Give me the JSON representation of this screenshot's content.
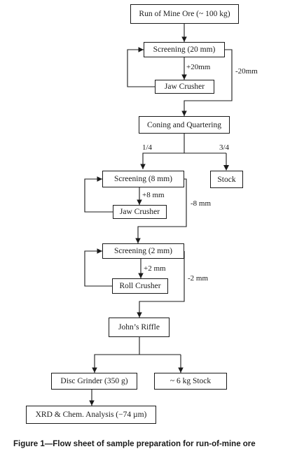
{
  "caption": "Figure 1—Flow sheet of sample preparation for run-of-mine ore",
  "nodes": {
    "run_of_mine": "Run of Mine Ore (~ 100 kg)",
    "screening_20": "Screening (20 mm)",
    "jaw_crusher_1": "Jaw Crusher",
    "coning": "Coning and Quartering",
    "screening_8": "Screening (8 mm)",
    "stock": "Stock",
    "jaw_crusher_2": "Jaw Crusher",
    "screening_2": "Screening (2 mm)",
    "roll_crusher": "Roll Crusher",
    "johns_riffle": "John’s Riffle",
    "disc_grinder": "Disc Grinder (350 g)",
    "stock_6kg": "~ 6 kg Stock",
    "xrd": "XRD & Chem. Analysis (−74 µm)"
  },
  "edge_labels": {
    "plus20": "+20mm",
    "minus20": "-20mm",
    "quarter": "1/4",
    "three_quarter": "3/4",
    "plus8": "+8 mm",
    "minus8": "-8 mm",
    "plus2": "+2 mm",
    "minus2": "-2 mm"
  }
}
